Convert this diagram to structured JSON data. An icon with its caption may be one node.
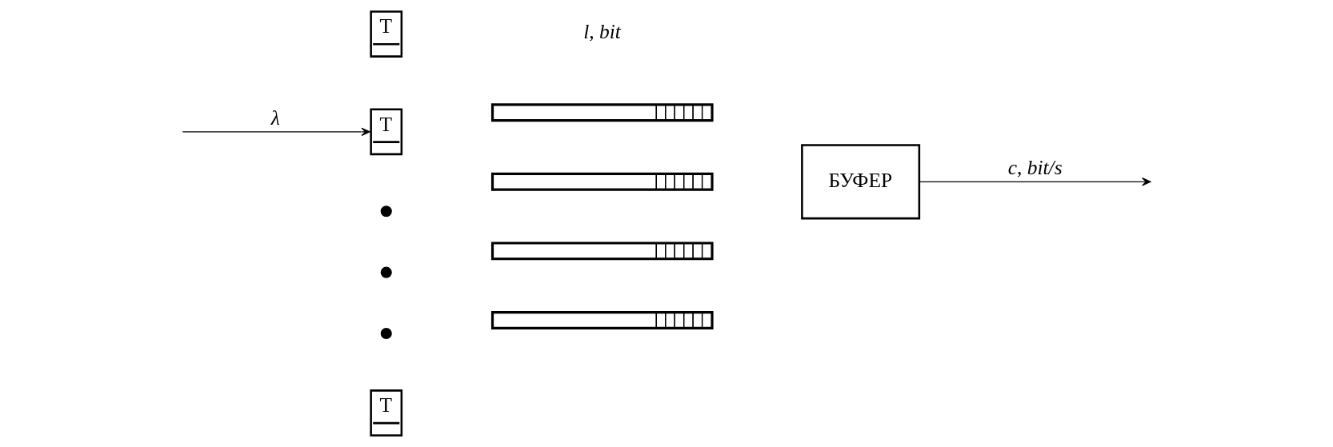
{
  "diagram": {
    "nodes": [
      {
        "text": [
          "T"
        ]
      },
      {
        "text": [
          "T"
        ]
      },
      {
        "text": [
          "T"
        ]
      },
      {
        "text": [],
        "shape": "bar"
      },
      {
        "text": [],
        "shape": "bar"
      },
      {
        "text": [],
        "shape": "bar"
      },
      {
        "text": [],
        "shape": "bar"
      },
      {
        "text": [
          "БУФЕР"
        ]
      }
    ],
    "edges": [
      {
        "from": null,
        "to": 1,
        "arrow": "to",
        "label": "λ"
      },
      {
        "from": 7,
        "to": null,
        "arrow": "to",
        "label": "c, bit/s"
      }
    ],
    "labels": [
      "l, bit"
    ]
  }
}
